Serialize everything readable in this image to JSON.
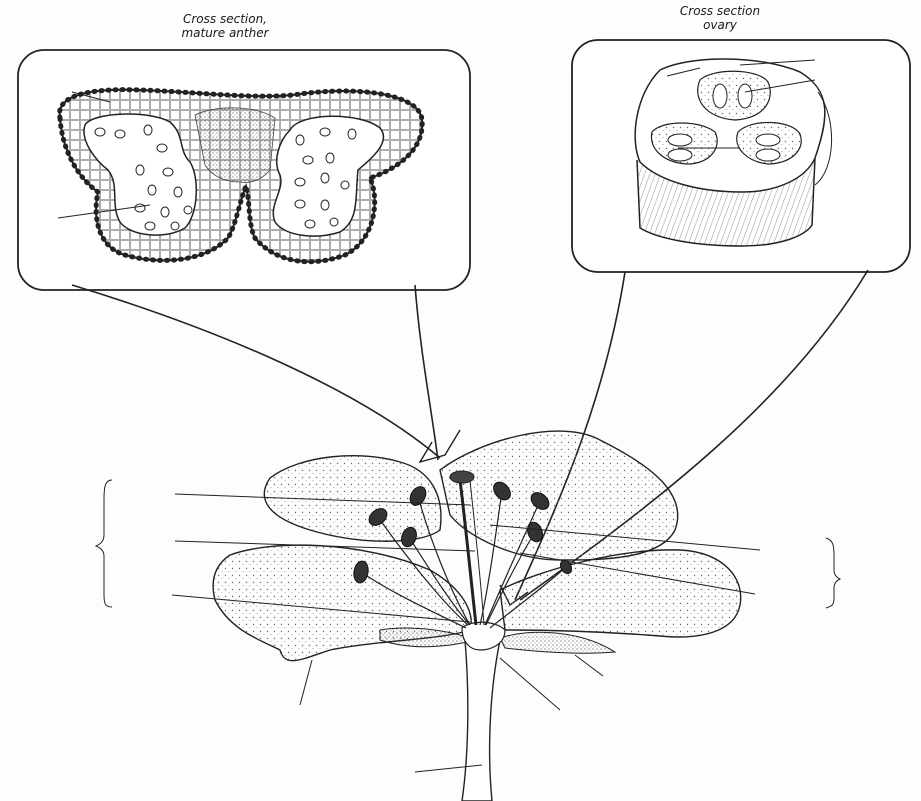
{
  "captions": {
    "anther": {
      "line1": "Cross section,",
      "line2": "mature anther"
    },
    "ovary": {
      "line1": "Cross section",
      "line2": "ovary"
    }
  }
}
